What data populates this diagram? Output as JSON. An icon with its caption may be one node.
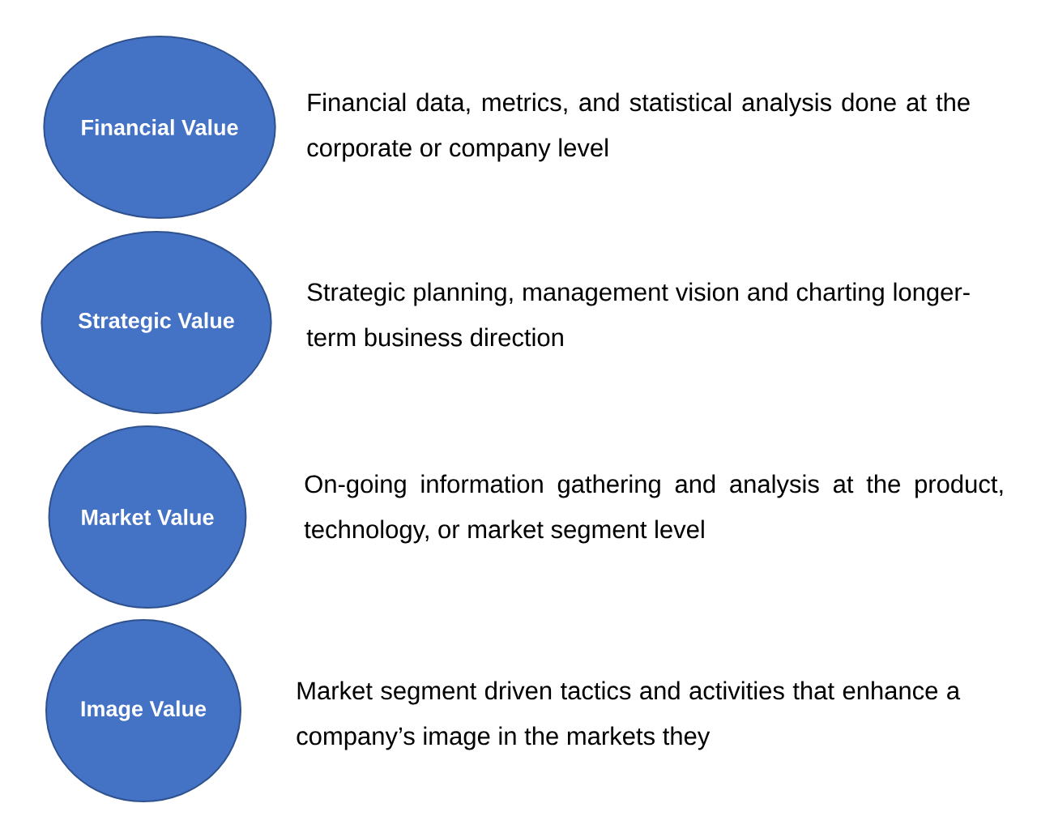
{
  "diagram": {
    "nodes": [
      {
        "text": [
          "Financial Value"
        ],
        "beside": [
          "Financial data, metrics, and statistical analysis done at the corporate or company level"
        ]
      },
      {
        "text": [
          "Strategic Value"
        ],
        "beside": [
          "Strategic planning, management vision and charting longer-term business direction"
        ]
      },
      {
        "text": [
          "Market Value"
        ],
        "beside": [
          "On-going information gathering and analysis at the product, technology, or market segment level"
        ]
      },
      {
        "text": [
          "Image Value"
        ],
        "beside": [
          "Market segment driven tactics and activities that enhance a company’s image in the markets they"
        ]
      }
    ]
  }
}
